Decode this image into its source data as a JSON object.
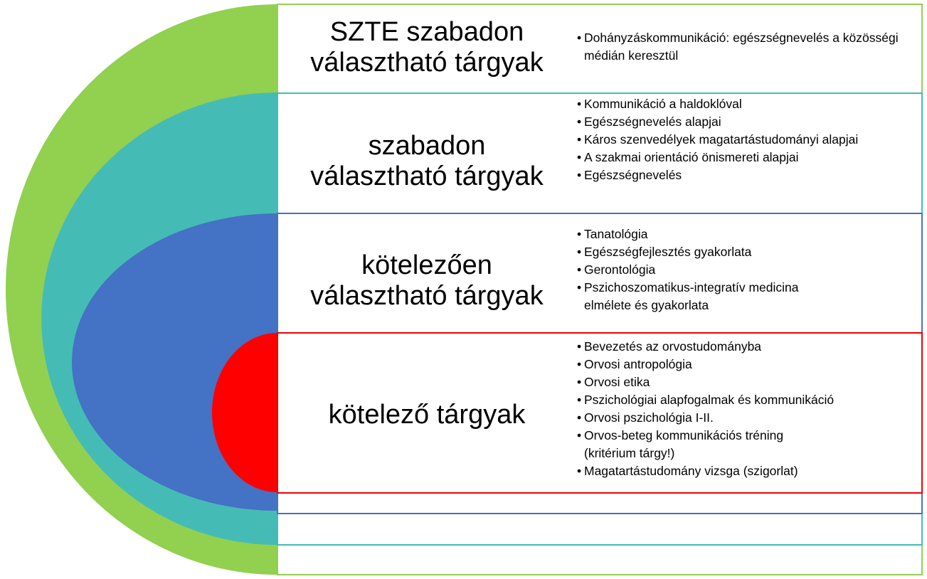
{
  "colors": {
    "outer_green": "#92d050",
    "teal": "#44bcb5",
    "blue": "#4472c4",
    "red": "#ff0000",
    "border_green": "#92d050",
    "border_teal": "#44bcb5",
    "border_blue": "#4472c4",
    "border_red": "#ee0000"
  },
  "levels": [
    {
      "title_lines": [
        "SZTE szabadon",
        "választható tárgyak"
      ],
      "items": [
        "Dohányzáskommunikáció: egészségnevelés a közösségi médián keresztül"
      ]
    },
    {
      "title_lines": [
        "szabadon",
        "választható tárgyak"
      ],
      "items": [
        "Kommunikáció a haldoklóval",
        "Egészségnevelés alapjai",
        "Káros szenvedélyek magatartástudományi alapjai",
        "A szakmai orientáció önismereti alapjai",
        "Egészségnevelés"
      ]
    },
    {
      "title_lines": [
        "kötelezően",
        "választható tárgyak"
      ],
      "items": [
        "Tanatológia",
        "Egészségfejlesztés gyakorlata",
        "Gerontológia",
        "Pszichoszomatikus-integratív medicina elmélete és gyakorlata"
      ]
    },
    {
      "title_lines": [
        "kötelező tárgyak"
      ],
      "items": [
        "Bevezetés az orvostudományba",
        "Orvosi antropológia",
        "Orvosi etika",
        "Pszichológiai alapfogalmak és kommunikáció",
        "Orvosi pszichológia I-II.",
        "Orvos-beteg kommunikációs tréning (kritérium tárgy!)",
        "Magatartástudomány vizsga (szigorlat)"
      ]
    }
  ]
}
